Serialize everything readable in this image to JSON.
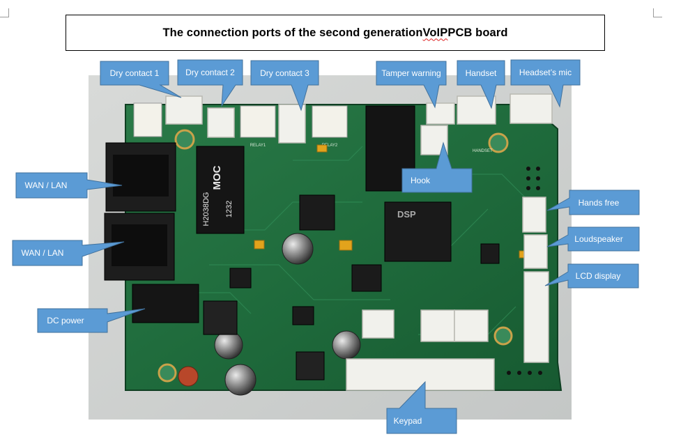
{
  "title": {
    "before": "The connection ports of the second generation ",
    "voip": "VoIP",
    "after": " PCB board"
  },
  "callouts": {
    "dry_contact_1": "Dry contact 1",
    "dry_contact_2": "Dry contact 2",
    "dry_contact_3": "Dry contact 3",
    "tamper_warning": "Tamper warning",
    "handset": "Handset",
    "headset_mic": "Headset’s mic",
    "hook": "Hook",
    "wan_lan_1": "WAN / LAN",
    "wan_lan_2": "WAN / LAN",
    "dc_power": "DC power",
    "hands_free": "Hands free",
    "loudspeaker": "Loudspeaker",
    "lcd_display": "LCD display",
    "keypad": "Keypad"
  },
  "board_markings": {
    "transformer_brand": "MOC",
    "transformer_model": "H2038DG",
    "transformer_code": "1232",
    "dsp_chip": "DSP",
    "handset_silk": "HANDSET",
    "relay1": "RELAY1",
    "relay2": "RELAY2"
  },
  "colors": {
    "callout_fill": "#5b9bd5",
    "callout_stroke": "#41719c",
    "pcb_green": "#1f6b3c",
    "connector_white": "#f1f1ec"
  }
}
